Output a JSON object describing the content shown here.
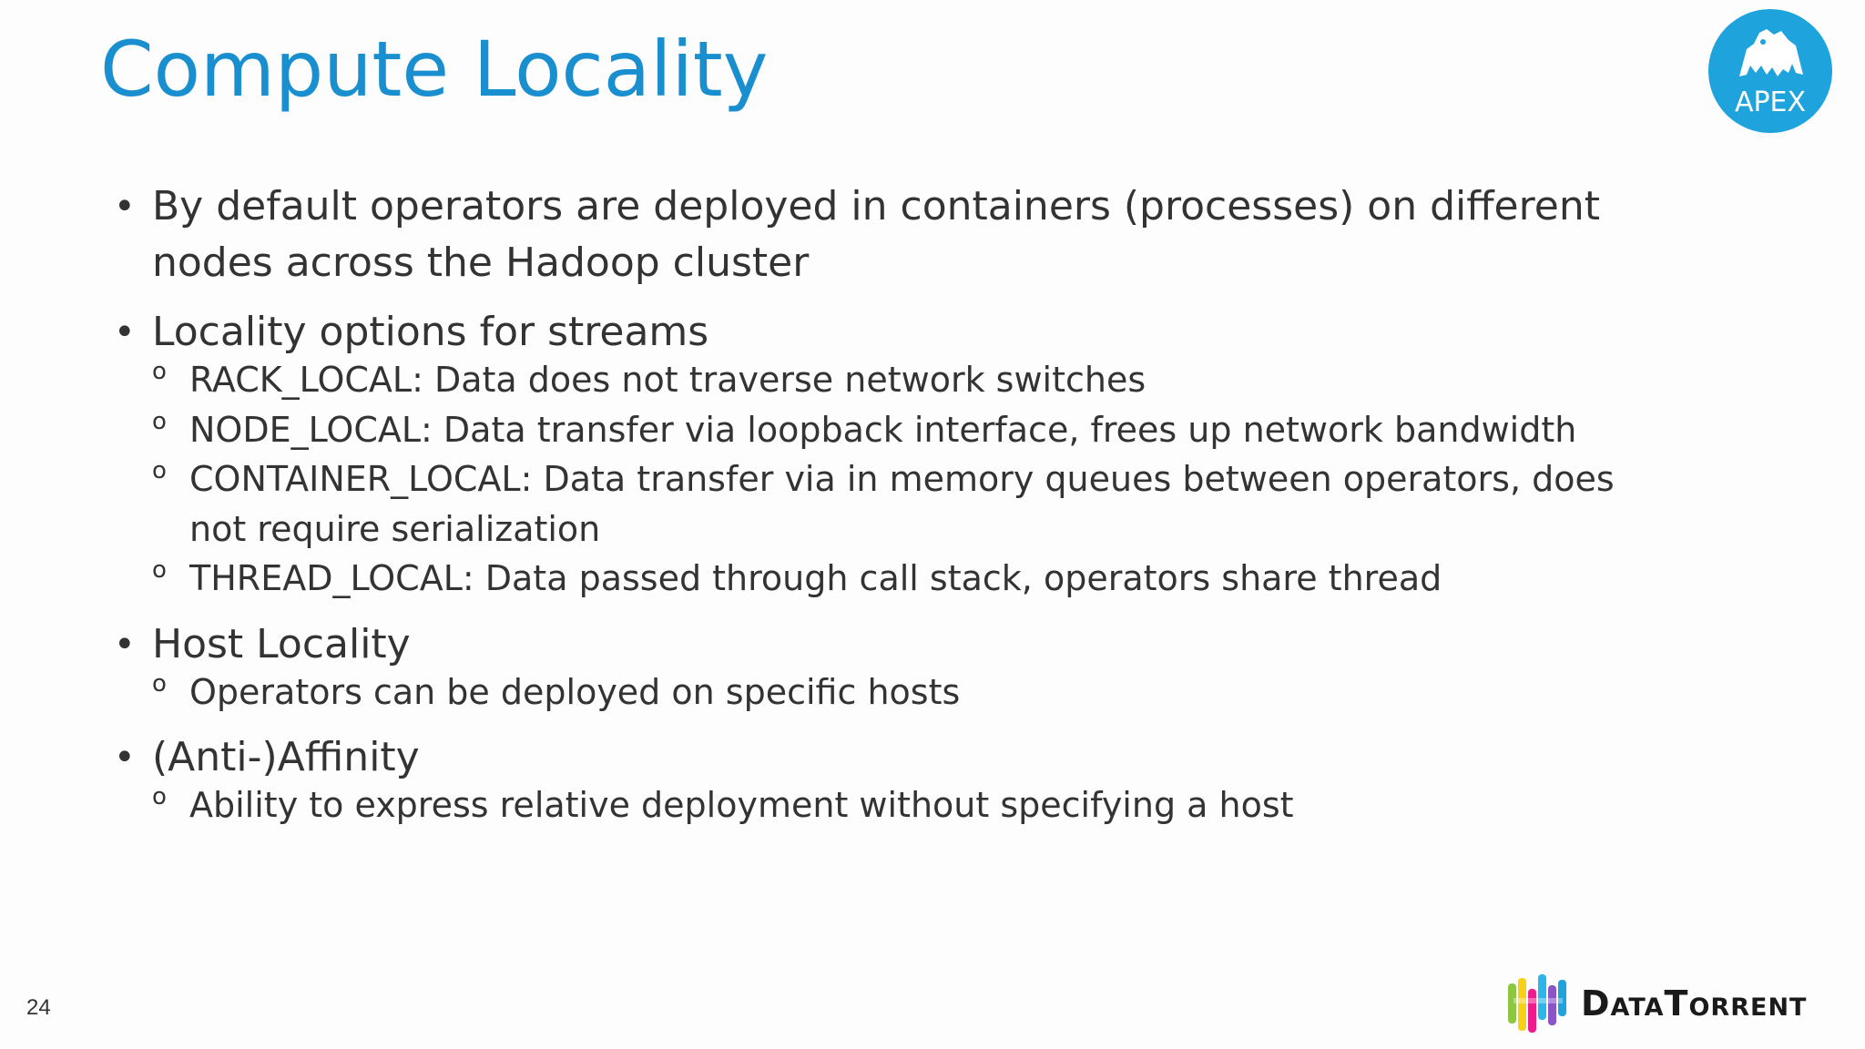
{
  "slide": {
    "title": "Compute Locality",
    "page_number": "24"
  },
  "logos": {
    "apex": {
      "text": "APEX",
      "icon": "apex-mountain-logo-icon",
      "color": "#1ea3dc"
    },
    "datatorrent": {
      "text": "DataTorrent",
      "icon": "datatorrent-logo-icon"
    }
  },
  "bullets": [
    {
      "text": "By default operators are deployed in containers (processes) on different",
      "text_cont": "nodes across the Hadoop cluster",
      "subs": []
    },
    {
      "text": "Locality options for streams",
      "subs": [
        {
          "text": "RACK_LOCAL: Data does not traverse network switches"
        },
        {
          "text": "NODE_LOCAL: Data transfer via loopback interface, frees up network bandwidth"
        },
        {
          "text": "CONTAINER_LOCAL: Data transfer via in memory queues between operators, does",
          "text_cont": "not require serialization"
        },
        {
          "text": "THREAD_LOCAL: Data passed through call stack, operators share thread"
        }
      ]
    },
    {
      "text": "Host Locality",
      "subs": [
        {
          "text": "Operators can be deployed on specific hosts"
        }
      ]
    },
    {
      "text": "(Anti-)Affinity",
      "subs": [
        {
          "text": "Ability to express relative deployment without specifying a host"
        }
      ]
    }
  ],
  "colors": {
    "title": "#1a8fd0",
    "body_text": "#333333",
    "background": "#fdfdfd"
  }
}
